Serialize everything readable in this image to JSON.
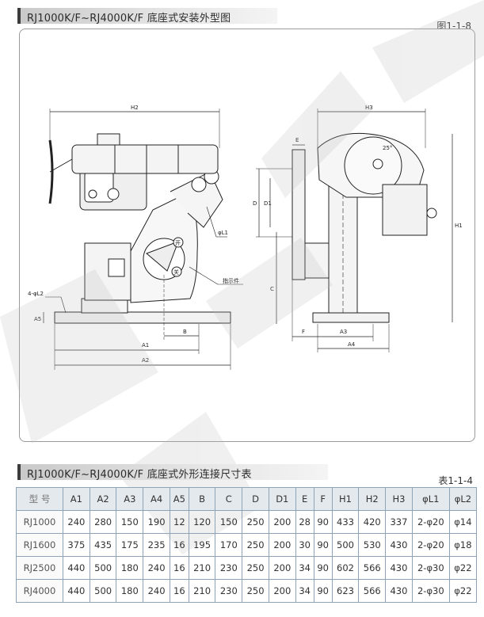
{
  "section1": {
    "title": "RJ1000K/F~RJ4000K/F 底座式安装外型图",
    "figure_label": "图1-1-8"
  },
  "drawing": {
    "labels": {
      "h2": "H2",
      "h3": "H3",
      "h1": "H1",
      "d": "D",
      "d1": "D1",
      "c": "C",
      "e": "E",
      "f": "F",
      "a1": "A1",
      "a2": "A2",
      "a3": "A3",
      "a4": "A4",
      "a5": "A5",
      "b": "B",
      "l1": "φL1",
      "l2": "4-φL2",
      "indicator": "指示件",
      "open": "开",
      "close": "关",
      "angle": "25°"
    }
  },
  "section2": {
    "title": "RJ1000K/F~RJ4000K/F 底座式外形连接尺寸表",
    "table_label": "表1-1-4"
  },
  "table": {
    "headers": [
      "型  号",
      "A1",
      "A2",
      "A3",
      "A4",
      "A5",
      "B",
      "C",
      "D",
      "D1",
      "E",
      "F",
      "H1",
      "H2",
      "H3",
      "φL1",
      "φL2"
    ],
    "rows": [
      [
        "RJ1000",
        "240",
        "280",
        "150",
        "190",
        "12",
        "120",
        "150",
        "250",
        "200",
        "28",
        "90",
        "433",
        "420",
        "337",
        "2-φ20",
        "φ14"
      ],
      [
        "RJ1600",
        "375",
        "435",
        "175",
        "235",
        "16",
        "195",
        "170",
        "250",
        "200",
        "30",
        "90",
        "500",
        "530",
        "430",
        "2-φ20",
        "φ18"
      ],
      [
        "RJ2500",
        "440",
        "500",
        "180",
        "240",
        "16",
        "210",
        "230",
        "250",
        "200",
        "34",
        "90",
        "602",
        "566",
        "430",
        "2-φ30",
        "φ22"
      ],
      [
        "RJ4000",
        "440",
        "500",
        "180",
        "240",
        "16",
        "210",
        "230",
        "250",
        "200",
        "34",
        "90",
        "623",
        "566",
        "430",
        "2-φ30",
        "φ22"
      ]
    ]
  }
}
